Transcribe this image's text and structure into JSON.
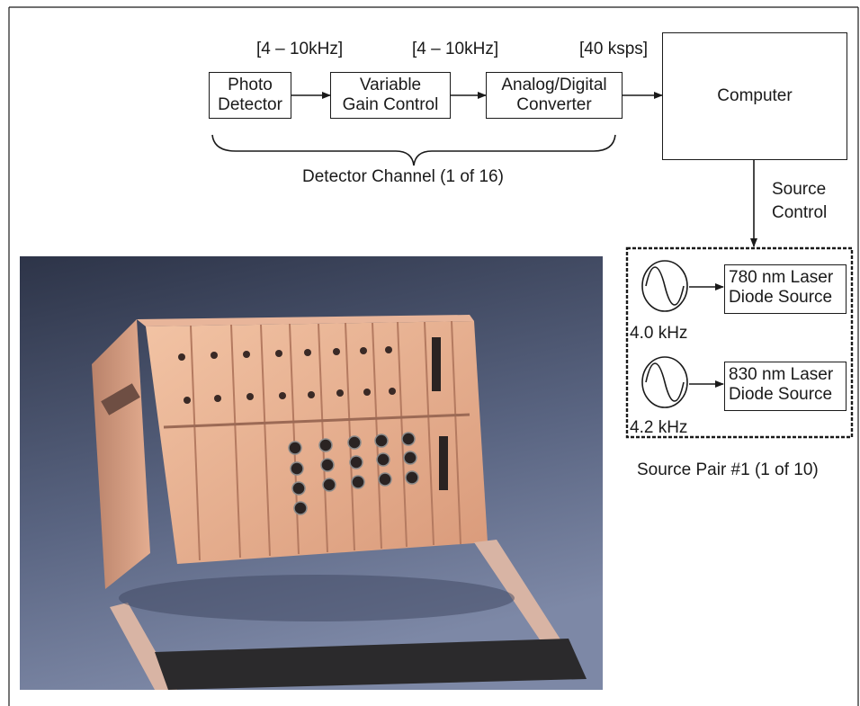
{
  "diagram": {
    "blocks": {
      "photo_detector": "Photo\nDetector",
      "variable_gain": "Variable\nGain Control",
      "adc": "Analog/Digital\nConverter",
      "computer": "Computer"
    },
    "bandwidth_labels": {
      "detector_out": "[4 – 10kHz]",
      "gain_out": "[4 – 10kHz]",
      "adc_rate": "[40 ksps]"
    },
    "detector_channel_label": "Detector Channel (1 of 16)",
    "source_control_label": "Source\nControl",
    "source_pair": {
      "label": "Source Pair #1 (1 of 10)",
      "sources": [
        {
          "frequency": "4.0 kHz",
          "laser": "780 nm Laser\nDiode Source"
        },
        {
          "frequency": "4.2 kHz",
          "laser": "830 nm Laser\nDiode Source"
        }
      ]
    }
  },
  "photo": {
    "description_icon": "instrument-chassis-photo"
  }
}
